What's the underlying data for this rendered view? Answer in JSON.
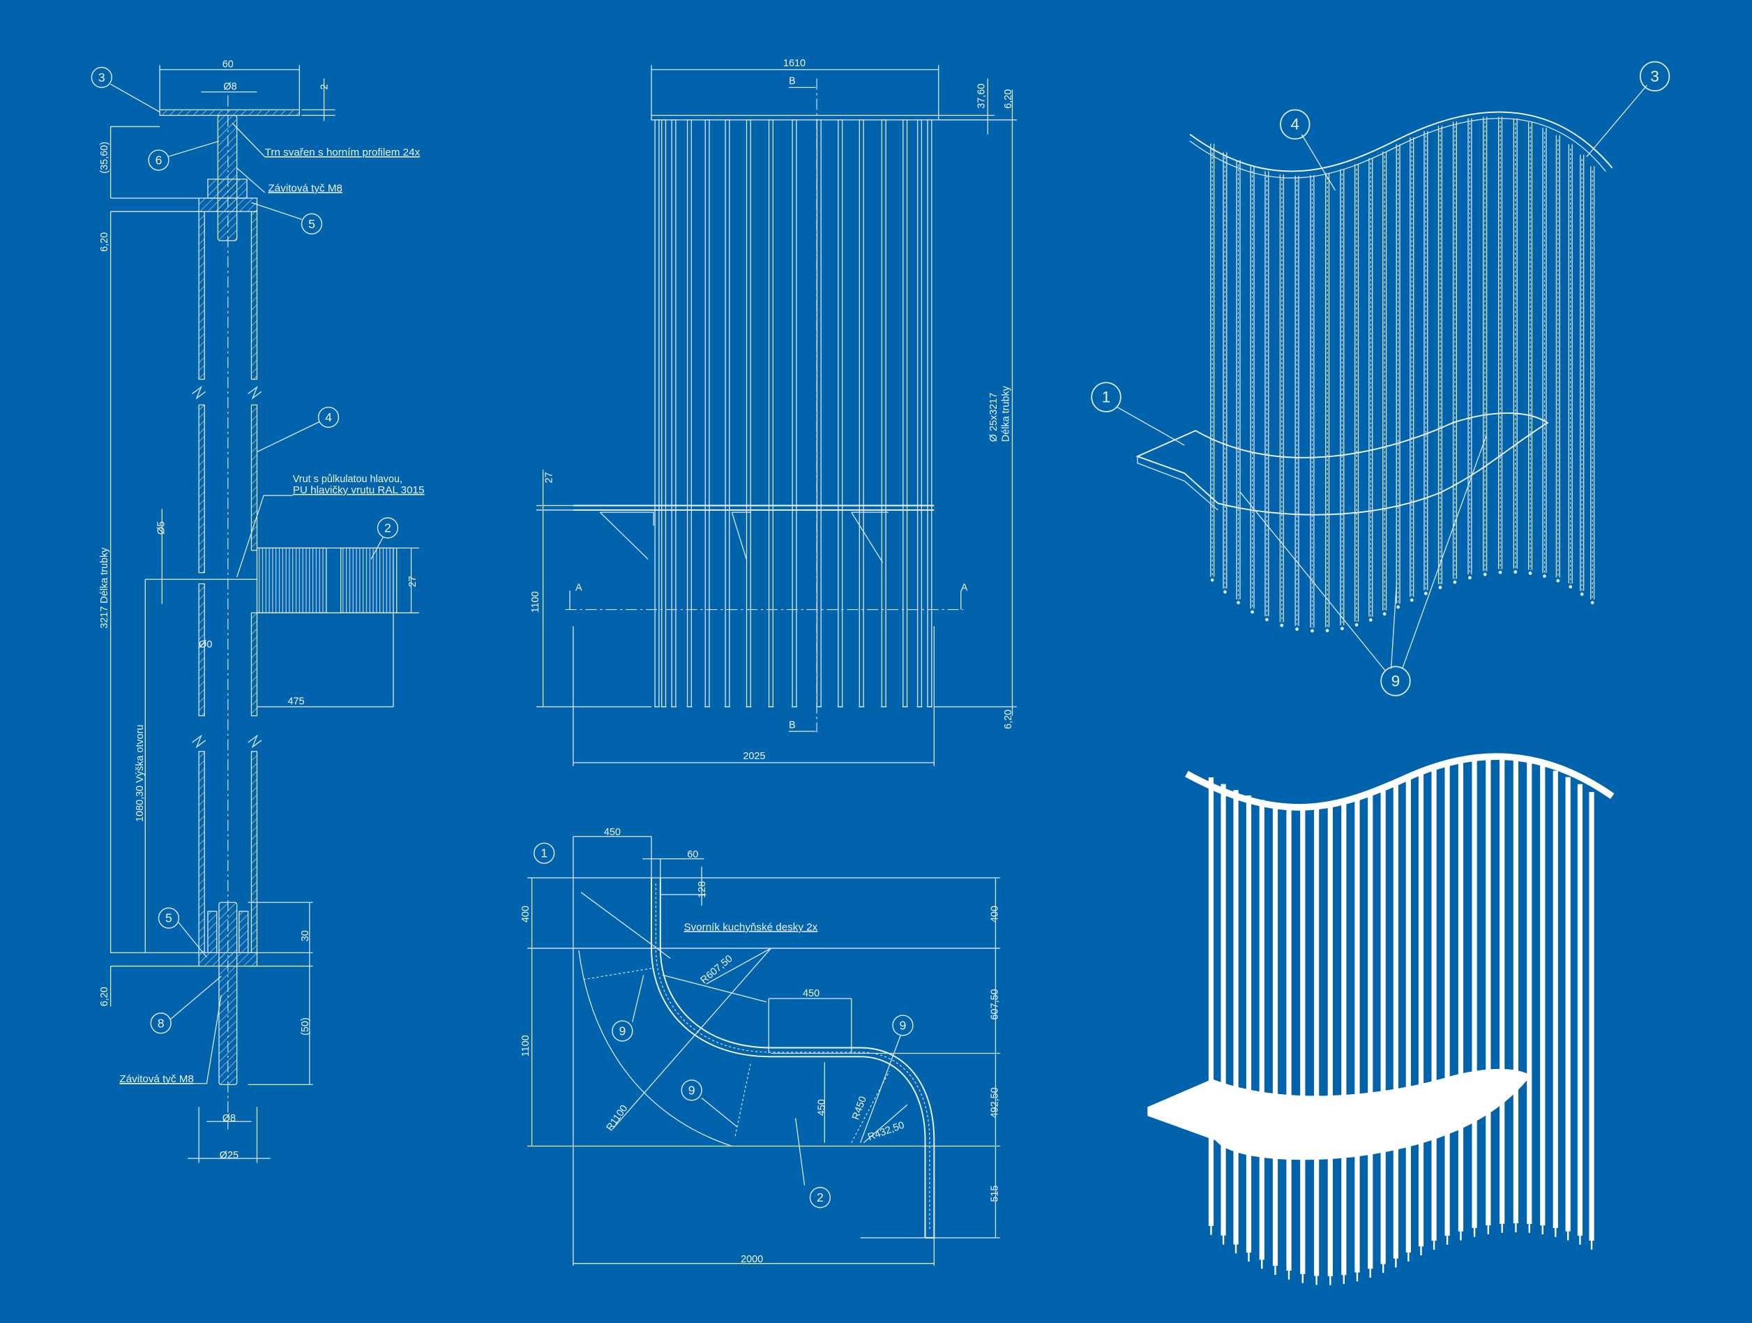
{
  "colors": {
    "background": "#0063ab",
    "lines": "#dfe9f6",
    "render": "#ffffff"
  },
  "detail_section": {
    "dims": {
      "plate_width": "60",
      "rod_dia_top": "Ø8",
      "plate_thickness": "2",
      "top_offset": "(35,60)",
      "top_gap": "6,20",
      "tube_length": "3217 Délka trubky",
      "screw_dia": "Ø5",
      "shelf_thickness": "27",
      "inner_dia": "Ø0",
      "shelf_depth": "475",
      "hole_height": "1080,30 Výška otvoru",
      "bottom_gap": "6,20",
      "plug_length": "30",
      "rod_protrusion": "(50)",
      "rod_dia_bottom": "Ø8",
      "tube_dia": "Ø25"
    },
    "notes": {
      "pin": "Trn svařen s horním profilem 24x",
      "threaded_rod_top": "Závitová tyč M8",
      "screw_line1": "Vrut s půlkulatou hlavou,",
      "screw_line2": "PU hlavičky vrutu RAL 3015",
      "threaded_rod_bottom": "Závitová tyč M8"
    },
    "callouts": [
      "3",
      "6",
      "5",
      "4",
      "2",
      "5",
      "8"
    ]
  },
  "front_view": {
    "dims": {
      "width_top": "1610",
      "section_b": "B",
      "top_profile": "37,60",
      "top_gap": "6,20",
      "tube_spec_line1": "Ø 25x3217",
      "tube_spec_line2": "Délka trubky",
      "bottom_gap": "6,20",
      "shelf_thickness": "27",
      "shelf_height": "1100",
      "section_a": "A",
      "width_bottom": "2025"
    }
  },
  "plan_view": {
    "dims": {
      "left_width": "450",
      "profile_width": "60",
      "first_hole": "128",
      "top_left": "400",
      "top_right": "400",
      "radius_1": "R607,50",
      "middle_width": "450",
      "total_height": "1100",
      "right_mid": "607,50",
      "mid_depth": "450",
      "radius_2": "R450",
      "radius_3": "R432,50",
      "radius_4": "R1100",
      "right_lower": "492,50",
      "right_bottom": "515",
      "total_width": "2000"
    },
    "notes": {
      "bolt": "Svorník kuchyňské desky 2x"
    },
    "callouts": [
      "1",
      "9",
      "9",
      "9",
      "2"
    ]
  },
  "iso_view": {
    "callouts": [
      "3",
      "4",
      "1",
      "9"
    ],
    "rod_count": 28
  },
  "render_view": {
    "rod_count": 30
  }
}
